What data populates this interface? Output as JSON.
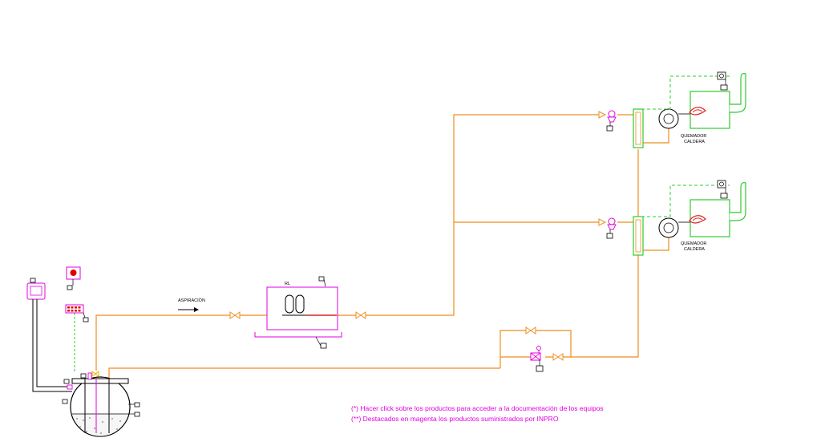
{
  "labels": {
    "aspiration": "ASPIRACIÓN",
    "filter_unit": "RL"
  },
  "burners": [
    {
      "line1": "QUEMADOR",
      "line2": "CALDERA"
    },
    {
      "line1": "QUEMADOR",
      "line2": "CALDERA"
    }
  ],
  "notes": {
    "click_note": "(*) Hacer click sobre los productos para acceder a la documentación de los equipos",
    "magenta_note": "(**) Destacados en magenta los productos suministrados por INPRO"
  },
  "colors": {
    "pipe": "#f08c1e",
    "inpro_products": "#e000e0",
    "burner_equipment": "#2ecc2e",
    "flame": "#e02020",
    "indicator": "#e00000"
  }
}
